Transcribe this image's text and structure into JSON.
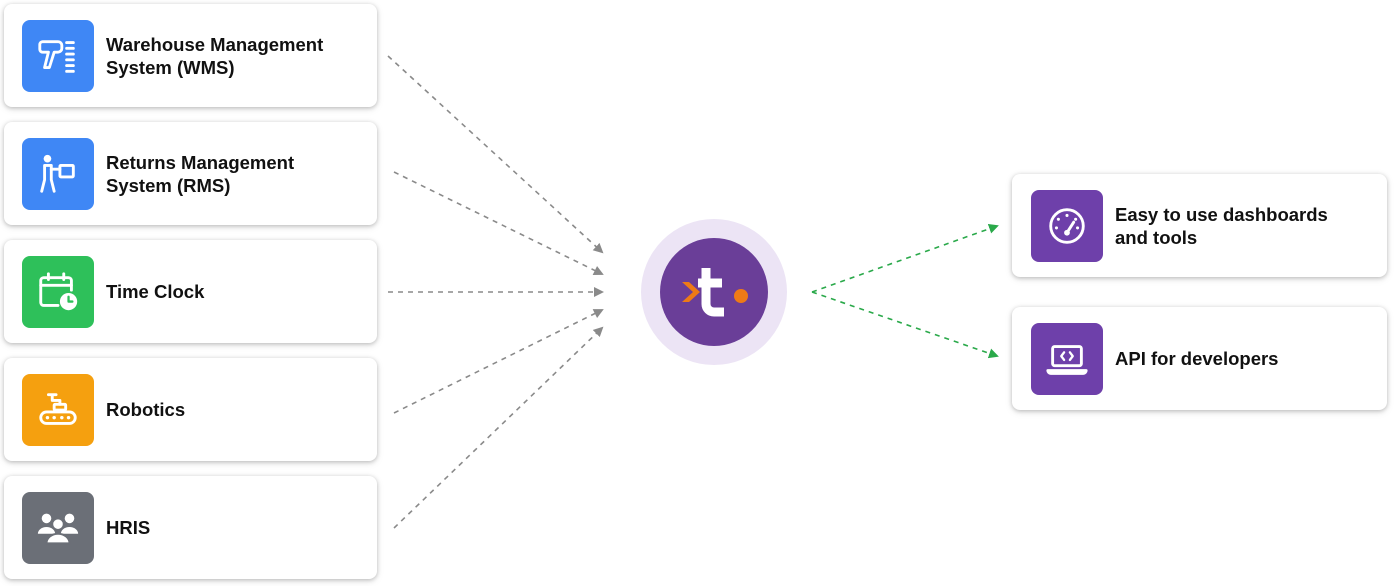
{
  "colors": {
    "blue": "#3f87f5",
    "green": "#2ec05a",
    "orange": "#f5a00f",
    "gray": "#6b6f77",
    "purple": "#6e40aa",
    "hub": "#6a3e98",
    "hub_halo": "#ece4f5",
    "accent_orange": "#ee7a16",
    "arrow_gray": "#8a8a8a",
    "arrow_green": "#2aa94a"
  },
  "sources": [
    {
      "label_line1": "Warehouse Management",
      "label_line2": "System (WMS)",
      "icon": "barcode-scanner-icon"
    },
    {
      "label_line1": "Returns Management",
      "label_line2": "System (RMS)",
      "icon": "person-carrying-box-icon"
    },
    {
      "label_line1": "Time Clock",
      "label_line2": "",
      "icon": "calendar-clock-icon"
    },
    {
      "label_line1": "Robotics",
      "label_line2": "",
      "icon": "conveyor-robot-icon"
    },
    {
      "label_line1": "HRIS",
      "label_line2": "",
      "icon": "people-group-icon"
    }
  ],
  "hub": {
    "icon": "tulip-logo-icon"
  },
  "outputs": [
    {
      "label_line1": "Easy to use dashboards",
      "label_line2": "and tools",
      "icon": "dashboard-gauge-icon"
    },
    {
      "label_line1": "API for developers",
      "label_line2": "",
      "icon": "laptop-code-icon"
    }
  ]
}
